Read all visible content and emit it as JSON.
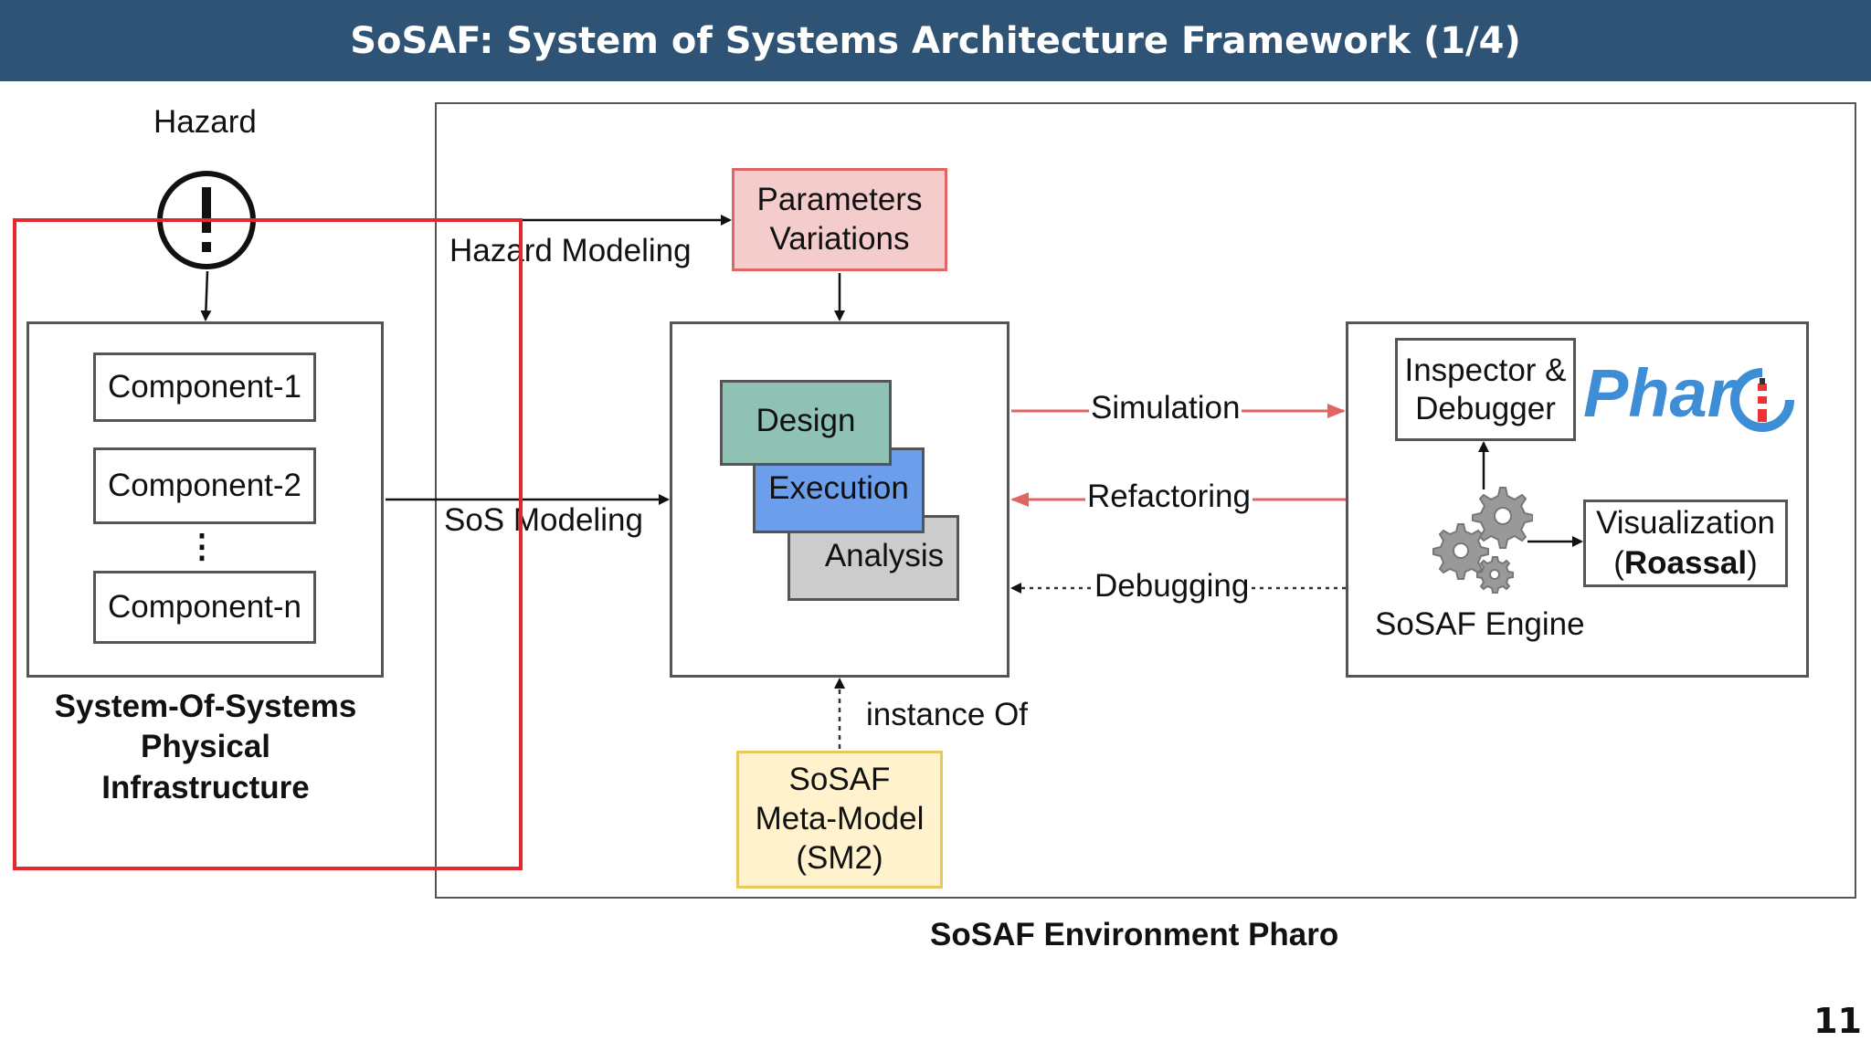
{
  "slide": {
    "title": "SoSAF: System of Systems Architecture Framework (1/4)",
    "page_number": "11"
  },
  "hazard": {
    "label": "Hazard",
    "icon": "exclamation-circle-icon"
  },
  "sos": {
    "components": [
      "Component-1",
      "Component-2",
      "Component-n"
    ],
    "ellipsis": "⋮",
    "caption": [
      "System-Of-Systems",
      "Physical",
      "Infrastructure"
    ]
  },
  "arrows": {
    "hazard_modeling": "Hazard Modeling",
    "sos_modeling": "SoS Modeling",
    "simulation": "Simulation",
    "refactoring": "Refactoring",
    "debugging": "Debugging",
    "instance_of": "instance Of"
  },
  "parameters": {
    "line1": "Parameters",
    "line2": "Variations"
  },
  "model_stack": {
    "design": "Design",
    "execution": "Execution",
    "analysis": "Analysis"
  },
  "metamodel": {
    "line1": "SoSAF",
    "line2": "Meta-Model",
    "line3": "(SM2)"
  },
  "engine": {
    "inspector_line1": "Inspector &",
    "inspector_line2": "Debugger",
    "logo_text": "Phar",
    "visualization_line1": "Visualization",
    "visualization_open": "(",
    "visualization_bold": "Roassal",
    "visualization_close": ")",
    "engine_label": "SoSAF Engine"
  },
  "environment_caption": "SoSAF Environment Pharo",
  "colors": {
    "header": "#2e5375",
    "highlight": "#e0282e",
    "parameters": "#f4cccc",
    "parameters_border": "#e06666",
    "design": "#8fc1b4",
    "execution": "#6d9eeb",
    "analysis": "#cccccc",
    "metamodel": "#fff2cc",
    "metamodel_border": "#e6c85c",
    "red_arrow": "#e06666",
    "pharo": "#3d8ed6"
  }
}
